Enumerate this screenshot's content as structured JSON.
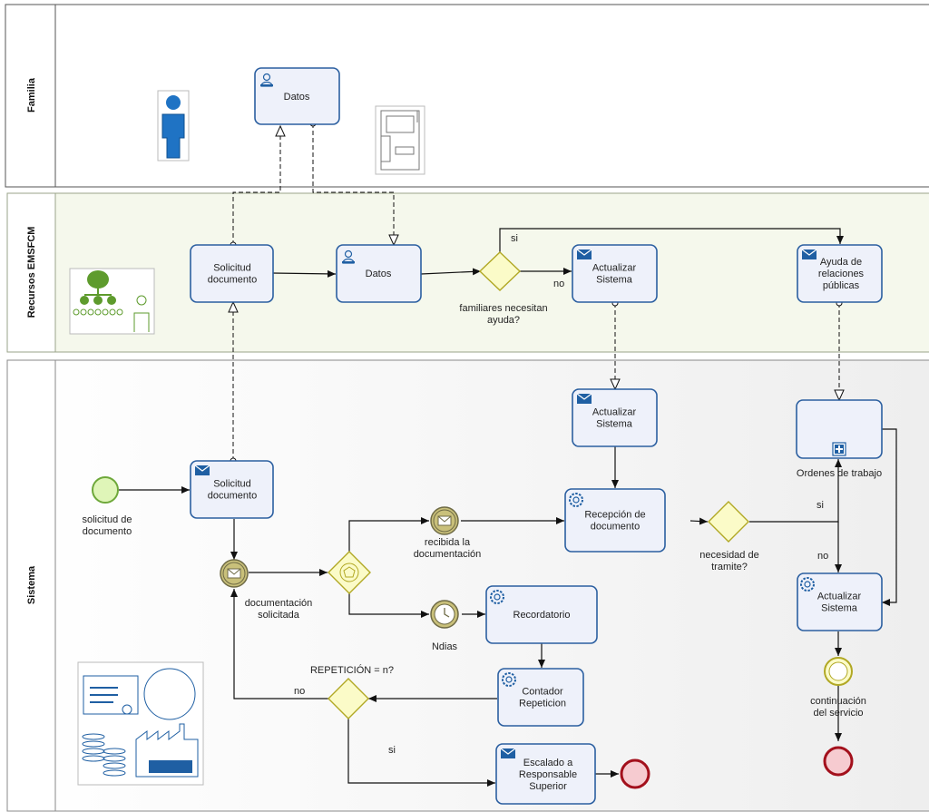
{
  "lanes": {
    "familia": "Familia",
    "recursos": "Recursos EMSFCM",
    "sistema": "Sistema"
  },
  "tasks": {
    "datos_familia": [
      "Datos"
    ],
    "solicitud_recursos": [
      "Solicitud",
      "documento"
    ],
    "datos_recursos": [
      "Datos"
    ],
    "actualizar_recursos": [
      "Actualizar",
      "Sistema"
    ],
    "ayuda_rp": [
      "Ayuda de",
      "relaciones",
      "públicas"
    ],
    "solicitud_sistema": [
      "Solicitud",
      "documento"
    ],
    "actualizar_sistema_mid": [
      "Actualizar",
      "Sistema"
    ],
    "recepcion": [
      "Recepción de",
      "documento"
    ],
    "ordenes": [],
    "actualizar_sistema_right": [
      "Actualizar",
      "Sistema"
    ],
    "recordatorio": [
      "Recordatorio"
    ],
    "contador": [
      "Contador",
      "Repeticion"
    ],
    "escalado": [
      "Escalado a",
      "Responsable",
      "Superior"
    ]
  },
  "labels": {
    "familiares_necesitan": [
      "familiares necesitan",
      "ayuda?"
    ],
    "si_top": "si",
    "no_top": "no",
    "solicitud_de_documento": [
      "solicitud de",
      "documento"
    ],
    "documentacion_solicitada": [
      "documentación",
      "solicitada"
    ],
    "recibida": [
      "recibida la",
      "documentación"
    ],
    "ndias": "Ndias",
    "necesidad": [
      "necesidad de",
      "tramite?"
    ],
    "si_right": "si",
    "no_right": "no",
    "ordenes_label": "Ordenes de trabajo",
    "continuacion": [
      "continuación",
      "del servicio"
    ],
    "repeticion": "REPETICIÓN = n?",
    "no_rep": "no",
    "si_rep": "si"
  },
  "colors": {
    "task_fill": "#eef1fa",
    "task_stroke": "#2b5fa0",
    "gateway_fill": "#fbfbc8",
    "start_fill": "#dff5b8",
    "end_fill": "#f6cbd0",
    "intermediate_fill": "#c9c07a"
  }
}
